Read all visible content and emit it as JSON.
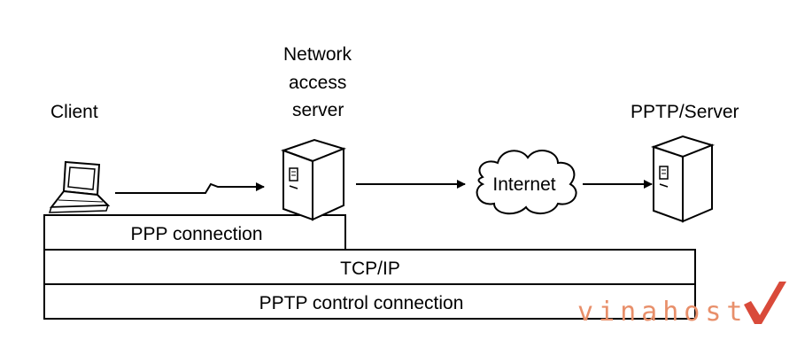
{
  "labels": {
    "client": "Client",
    "nas_line1": "Network",
    "nas_line2": "access",
    "nas_line3": "server",
    "pptp_server": "PPTP/Server",
    "internet": "Internet"
  },
  "layers": {
    "ppp": "PPP connection",
    "tcpip": "TCP/IP",
    "pptp_control": "PPTP control connection"
  },
  "watermark": {
    "text": "vinahost.",
    "color": "#e88f6a",
    "check_color": "#d94a3a"
  },
  "colors": {
    "line": "#000000",
    "background": "#ffffff"
  }
}
